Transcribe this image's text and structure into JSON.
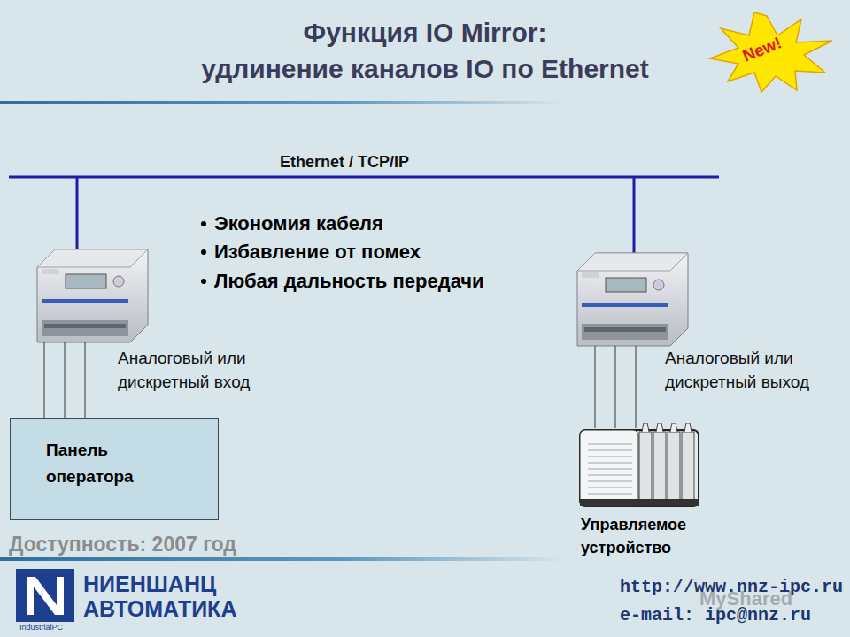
{
  "diagram": {
    "title": "Функция IO Mirror: удлинение каналов IO по Ethernet",
    "nodes": [
      {
        "text": [
          "Панель оператора"
        ]
      },
      {
        "text": [
          "Управляемое устройство"
        ]
      }
    ],
    "labels": [
      "New!",
      "Ethernet / TCP/IP",
      "Экономия кабеля",
      "Избавление от помех",
      "Любая дальность передачи",
      "Аналоговый или дискретный вход",
      "Аналоговый или дискретный выход",
      "Доступность: 2007 год",
      "НИЕНШАНЦ",
      "АВТОМАТИКА",
      "IndustrialPC",
      "http://www.nnz-ipc.ru",
      "e-mail: ipc@nnz.ru",
      "MyShared"
    ]
  }
}
